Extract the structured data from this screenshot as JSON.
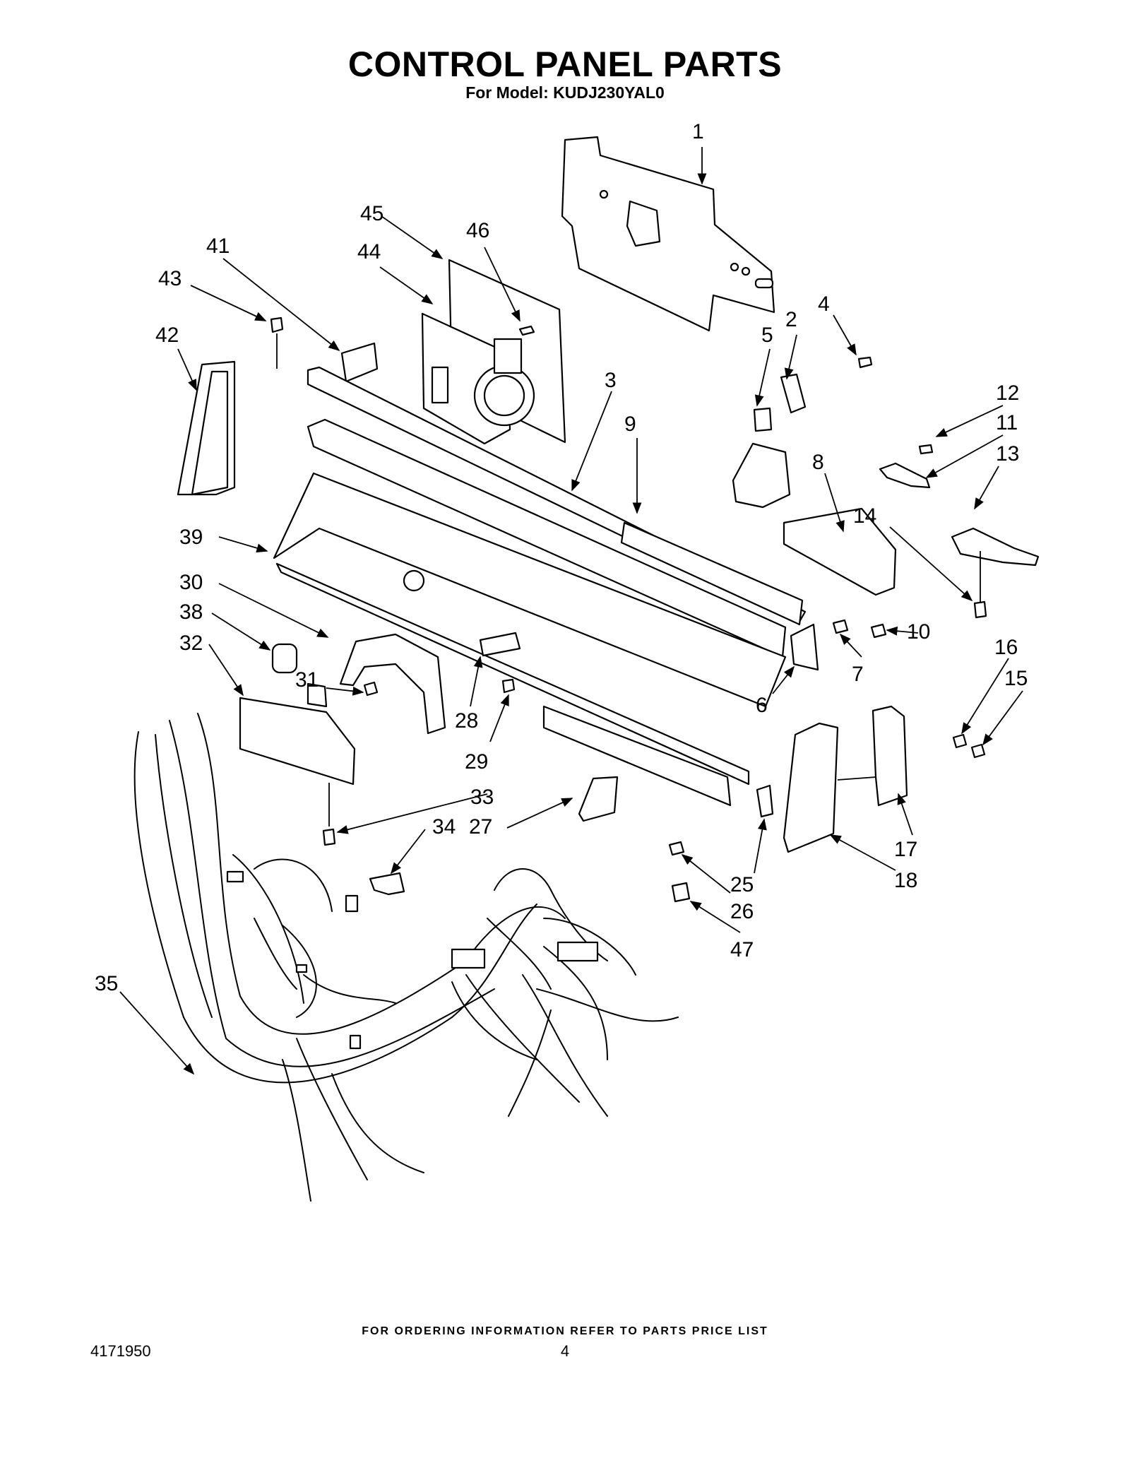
{
  "header": {
    "title": "CONTROL PANEL PARTS",
    "subtitle": "For Model: KUDJ230YAL0"
  },
  "callouts": [
    "1",
    "2",
    "3",
    "4",
    "5",
    "6",
    "7",
    "8",
    "9",
    "10",
    "11",
    "12",
    "13",
    "14",
    "15",
    "16",
    "17",
    "18",
    "25",
    "26",
    "27",
    "28",
    "29",
    "30",
    "31",
    "32",
    "33",
    "34",
    "35",
    "38",
    "39",
    "41",
    "42",
    "43",
    "44",
    "45",
    "46",
    "47"
  ],
  "footer": {
    "ordering_note": "FOR ORDERING INFORMATION REFER TO PARTS PRICE LIST",
    "document_number": "4171950",
    "page_number": "4"
  }
}
